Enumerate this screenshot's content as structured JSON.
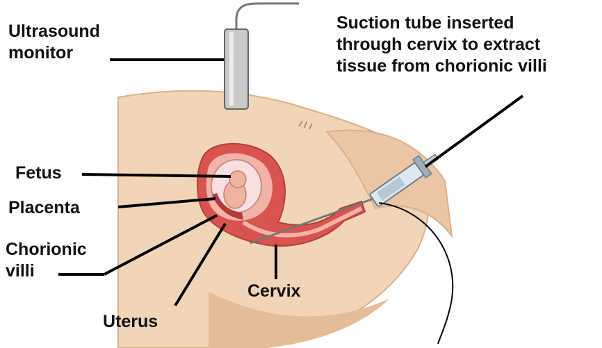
{
  "labels": {
    "ultrasound": [
      "Ultrasound",
      "monitor"
    ],
    "suction": [
      "Suction tube inserted",
      "through cervix to extract",
      "tissue from chorionic villi"
    ],
    "fetus": "Fetus",
    "placenta": "Placenta",
    "chorionic": [
      "Chorionic",
      "villi"
    ],
    "cervix": "Cervix",
    "uterus": "Uterus"
  },
  "colors": {
    "skin": "#f2d4b6",
    "skin_shadow": "#e6bc97",
    "uterus_wall": "#d9534f",
    "uterus_inner": "#f3b3a6",
    "amniotic": "#f8dfe0",
    "probe": "#c9c9c9",
    "leader": "#000000"
  }
}
